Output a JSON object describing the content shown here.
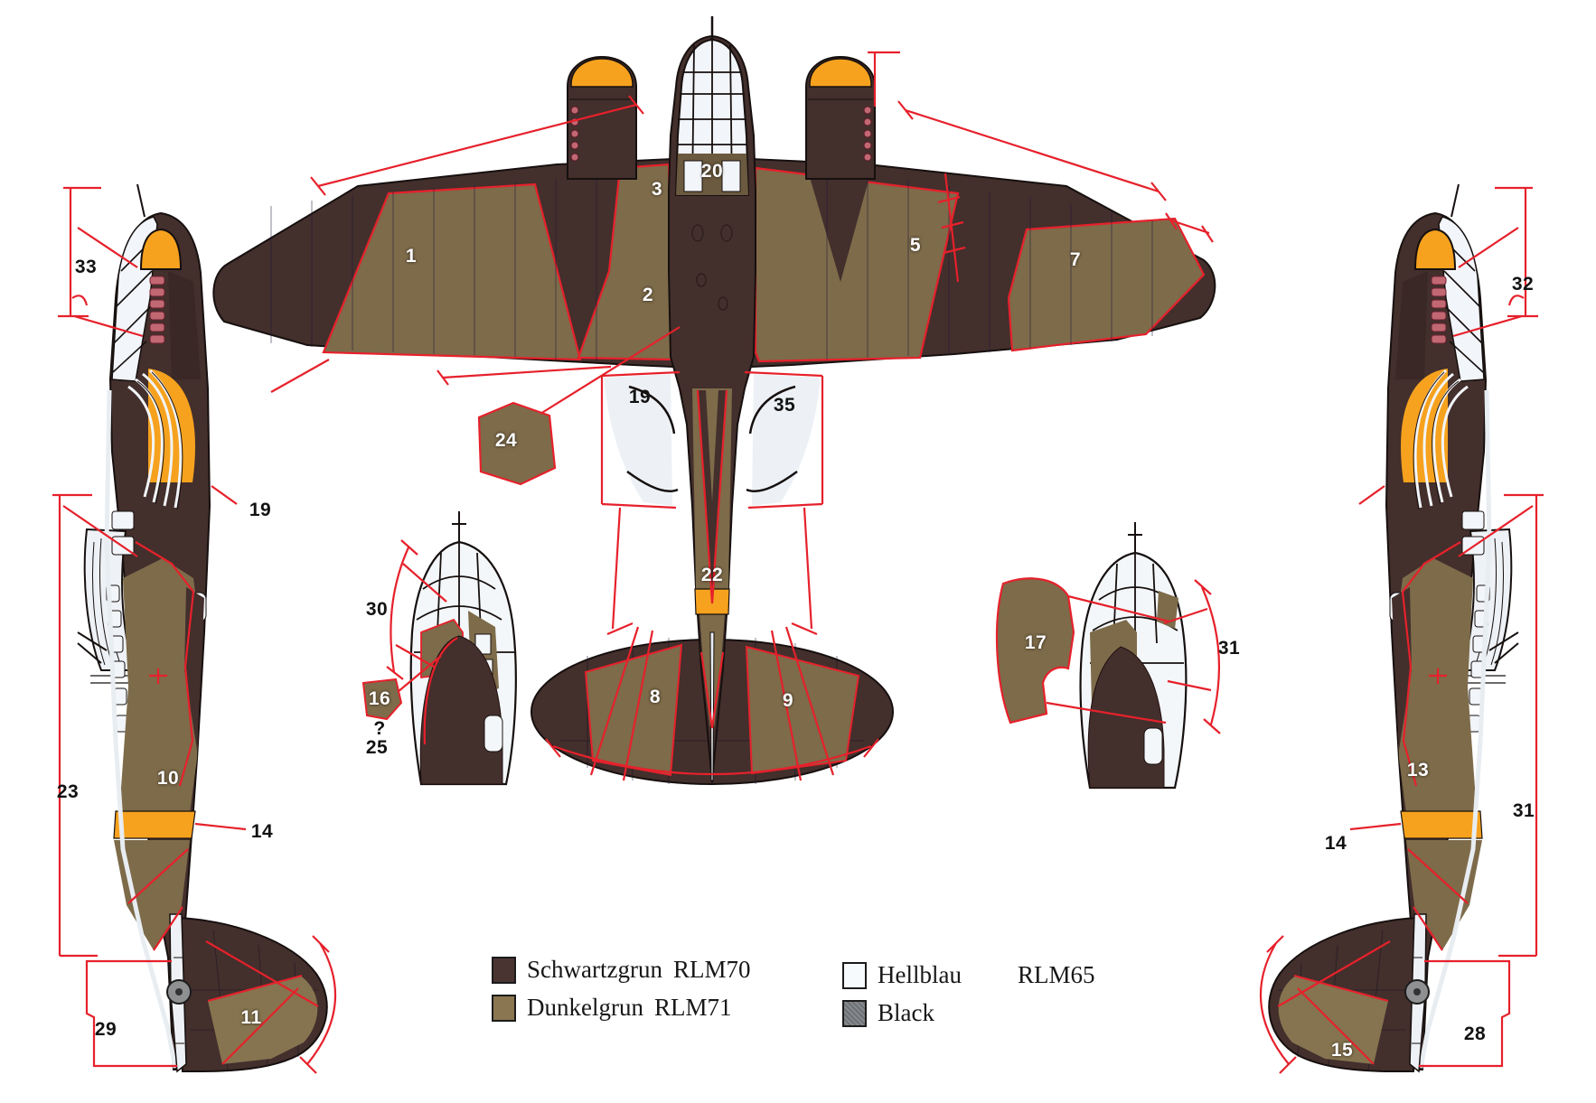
{
  "diagram": {
    "subject": "Twin-engine bomber camouflage scheme, four-view diagram with numbered paint zones",
    "views": [
      "left-side-profile",
      "top-plan-view",
      "right-side-profile",
      "nose-detail-left",
      "nose-detail-right"
    ]
  },
  "colors": {
    "rlm70_schwartzgrun": "#44302c",
    "rlm71_dunkelgrun": "#7d6b4a",
    "rlm65_hellblau": "#f2f5f9",
    "black_swatch": "#75797b",
    "orange_marking": "#f6a21e",
    "red_overlay": "#e6212b",
    "exhaust_pink": "#c26873",
    "background": "#ffffff"
  },
  "legend": {
    "rows": [
      {
        "name": "Schwartzgrun",
        "code": "RLM70"
      },
      {
        "name": "Dunkelgrun",
        "code": "RLM71"
      },
      {
        "name": "Hellblau",
        "code": "RLM65"
      },
      {
        "name": "Black",
        "code": ""
      }
    ]
  },
  "callouts": {
    "top": {
      "c1": "1",
      "c2": "2",
      "c3": "3",
      "c5": "5",
      "c7": "7",
      "c8": "8",
      "c9": "9",
      "c19": "19",
      "c20": "20",
      "c22": "22",
      "c24": "24",
      "c35": "35"
    },
    "left": {
      "c33": "33",
      "c19": "19",
      "c23": "23",
      "c10": "10",
      "c14": "14",
      "c11": "11",
      "c29": "29"
    },
    "right": {
      "c32": "32",
      "c31": "31",
      "c13": "13",
      "c14": "14",
      "c15": "15",
      "c28": "28"
    },
    "detailLeft": {
      "c30": "30",
      "c16": "16",
      "q": "?",
      "c25": "25"
    },
    "detailRight": {
      "c17": "17",
      "c31": "31"
    }
  }
}
